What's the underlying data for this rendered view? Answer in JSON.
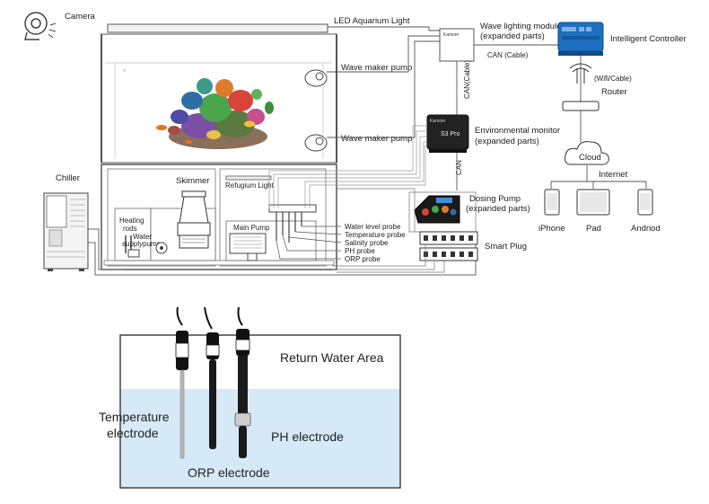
{
  "diagram": {
    "camera": "Camera",
    "led_light": "LED Aquarium Light",
    "wave_module": "Wave lighting module",
    "wave_module_sub": "(expanded parts)",
    "intelligent_controller": "Intelligent Controller",
    "can_cable_top": "CAN (Cable)",
    "wifi_cable": "(Wifi/Cable)",
    "router": "Router",
    "can_cable_vertical": "CAN(Cable)",
    "wave_maker_1": "Wave maker pump",
    "wave_maker_2": "Wave maker pump",
    "env_monitor": "Environmental monitor",
    "env_monitor_sub": "(expanded parts)",
    "s3_pro": "S3 Pro",
    "can_short": "CAN",
    "cloud": "Cloud",
    "internet": "Internet",
    "devices": [
      "iPhone",
      "Pad",
      "Andriod"
    ],
    "chiller": "Chiller",
    "skimmer": "Skimmer",
    "refugium_light": "Refugium Light",
    "heating_rods": [
      "Heating",
      "rods"
    ],
    "water_supply_pump": [
      "Water",
      "supplypump"
    ],
    "main_pump": "Main Pump",
    "probes": [
      "Water level probe",
      "Temperature probe",
      "Salinity probe",
      "PH probe",
      "ORP probe"
    ],
    "dosing_pump": "Dosing Pump",
    "dosing_pump_sub": "(expanded parts)",
    "smart_plug": "Smart Plug"
  },
  "bottom": {
    "return_water_area": "Return Water Area",
    "temperature_electrode": [
      "Temperature",
      "electrode"
    ],
    "ph_electrode": "PH electrode",
    "orp_electrode": "ORP electrode"
  },
  "colors": {
    "line": "#555555",
    "controller_blue": "#1e6fbf",
    "water_blue": "#d6e9f7",
    "device_dark": "#222222",
    "coral_red": "#d8433a",
    "coral_purple": "#7b4fa5",
    "coral_green": "#4aa64b"
  }
}
